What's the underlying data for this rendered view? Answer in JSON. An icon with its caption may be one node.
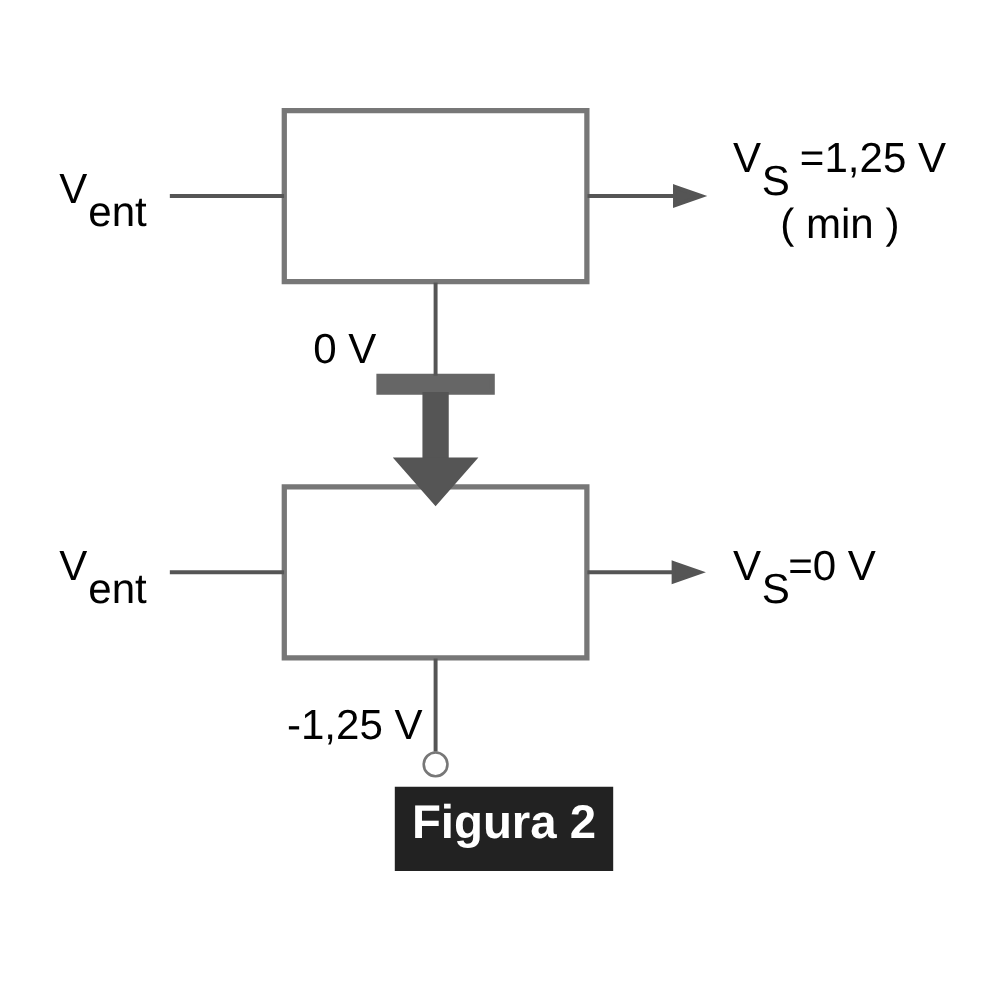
{
  "diagram": {
    "caption": "Figura 2",
    "nodes": [
      {
        "text": [
          "V$_{ent}$"
        ]
      },
      {
        "text": [],
        "shape": "box"
      },
      {
        "text": [
          "V$_{S}$ =1,25 V",
          "( min )"
        ]
      },
      {
        "text": [],
        "shape": "bar",
        "beside": [
          "0 V"
        ]
      },
      {
        "text": [
          "V$_{ent}$"
        ]
      },
      {
        "text": [],
        "shape": "box"
      },
      {
        "text": [
          "V$_{S}$=0 V"
        ]
      },
      {
        "text": [],
        "shape": "circle",
        "beside": [
          "-1,25 V"
        ]
      }
    ],
    "edges": [
      {
        "from": 0,
        "to": 1,
        "arrow": "none"
      },
      {
        "from": 1,
        "to": 2,
        "arrow": "to"
      },
      {
        "from": 1,
        "to": 3,
        "arrow": "none"
      },
      {
        "from": 3,
        "to": 5,
        "arrow": "to",
        "style": "thick"
      },
      {
        "from": 4,
        "to": 5,
        "arrow": "none"
      },
      {
        "from": 5,
        "to": 6,
        "arrow": "to"
      },
      {
        "from": 5,
        "to": 7,
        "arrow": "none"
      }
    ]
  }
}
